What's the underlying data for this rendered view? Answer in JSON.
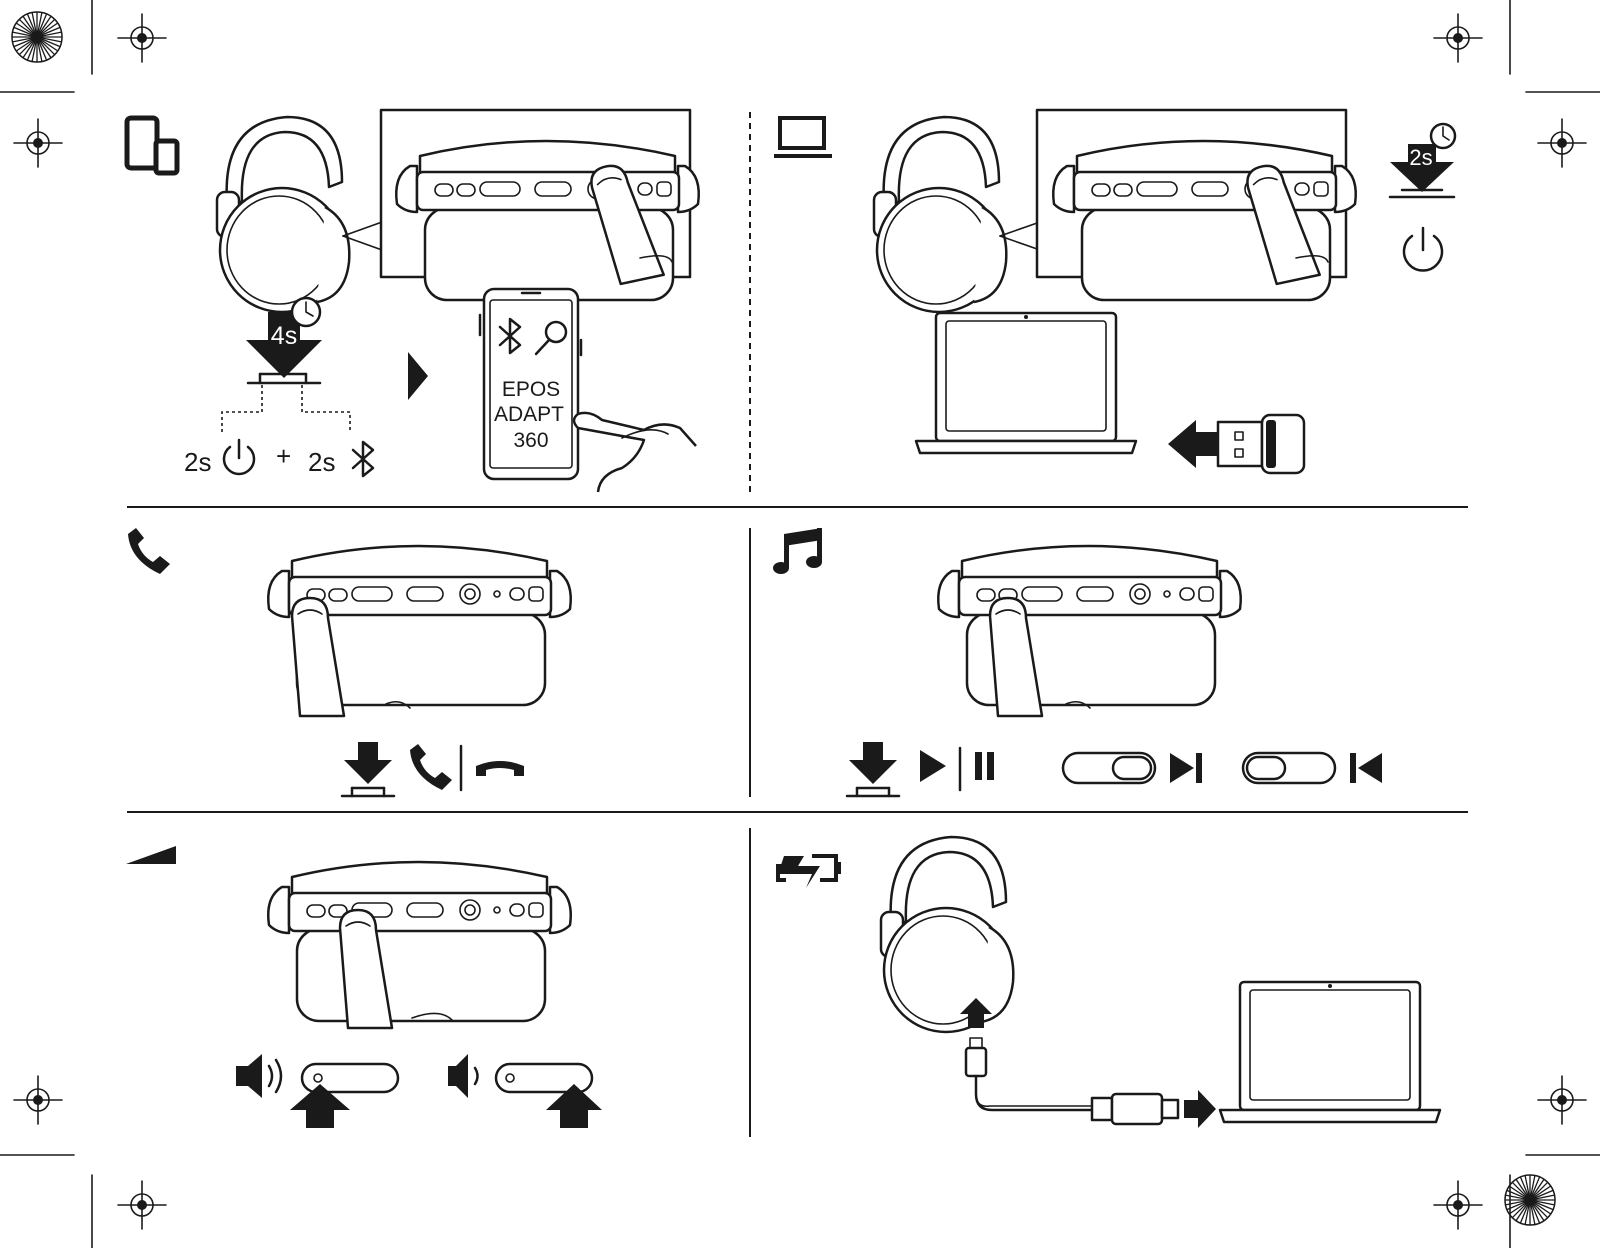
{
  "pairing": {
    "press_duration": "4s",
    "power_duration": "2s",
    "plus": "+",
    "bt_duration": "2s",
    "app_name_line1": "EPOS",
    "app_name_line2": "ADAPT",
    "app_name_line3": "360"
  },
  "dongle": {
    "press_duration": "2s"
  },
  "icons": {
    "devices": "mobile-tablet-icon",
    "computer": "laptop-icon",
    "call": "phone-icon",
    "music": "music-note-icon",
    "volume": "volume-ramp-icon",
    "charging": "battery-charging-icon"
  }
}
